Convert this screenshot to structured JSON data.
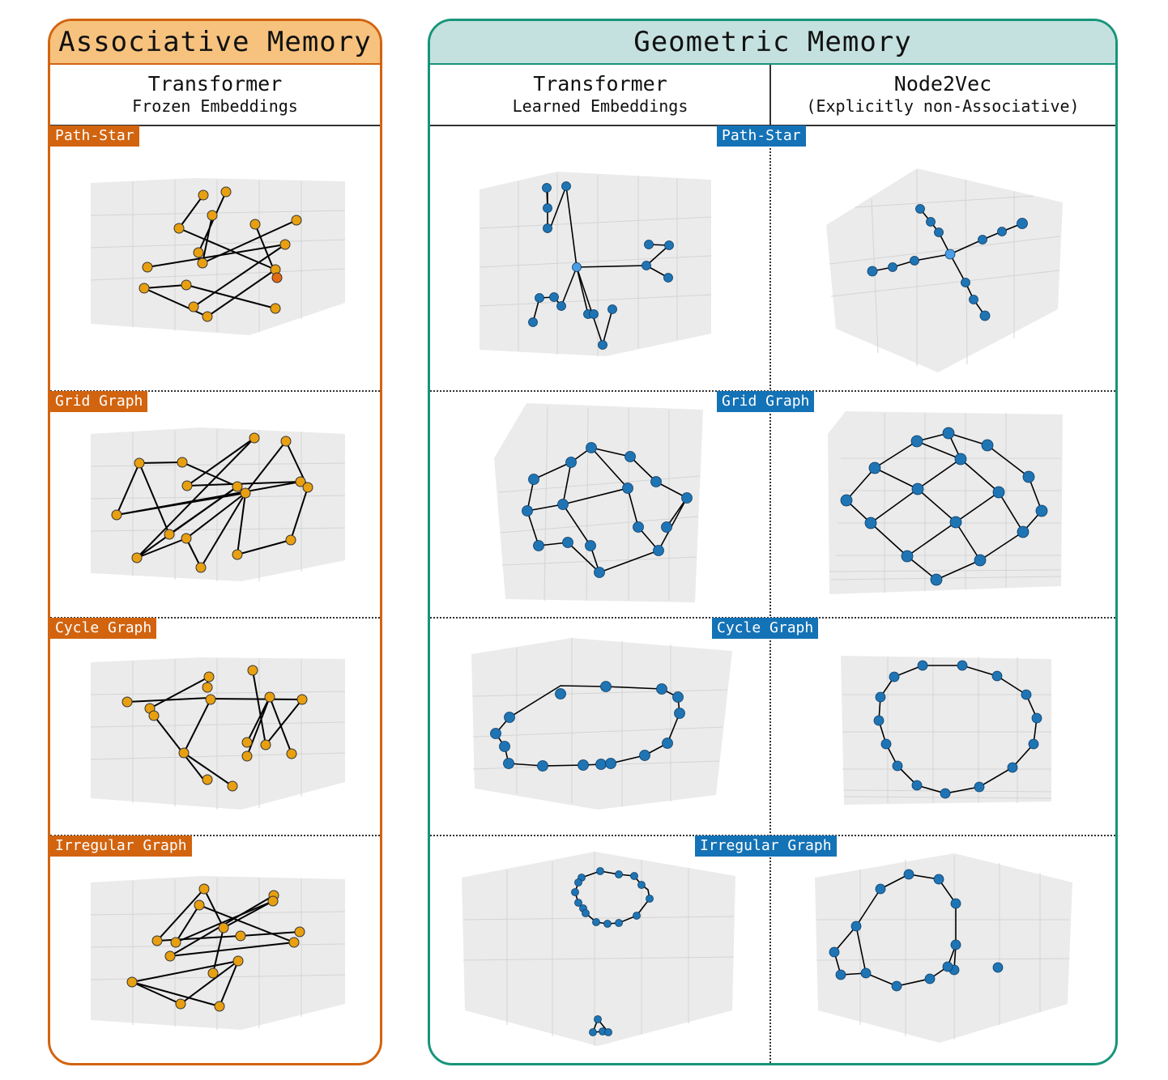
{
  "colors": {
    "assoc_border": "#d2640f",
    "assoc_header_bg": "#f6c27e",
    "geo_border": "#17957a",
    "geo_header_bg": "#c4e1df",
    "assoc_node": "#e8a010",
    "assoc_center_node": "#e56a12",
    "geo_node": "#1f74b4",
    "geo_center_node": "#4a9ee6"
  },
  "associative": {
    "title": "Associative Memory",
    "column": {
      "title": "Transformer",
      "subtitle": "Frozen Embeddings"
    }
  },
  "geometric": {
    "title": "Geometric Memory",
    "columns": [
      {
        "title": "Transformer",
        "subtitle": "Learned Embeddings"
      },
      {
        "title": "Node2Vec",
        "subtitle": "(Explicitly non-Associative)"
      }
    ]
  },
  "rows": [
    {
      "label": "Path-Star"
    },
    {
      "label": "Grid Graph"
    },
    {
      "label": "Cycle Graph"
    },
    {
      "label": "Irregular Graph"
    }
  ]
}
